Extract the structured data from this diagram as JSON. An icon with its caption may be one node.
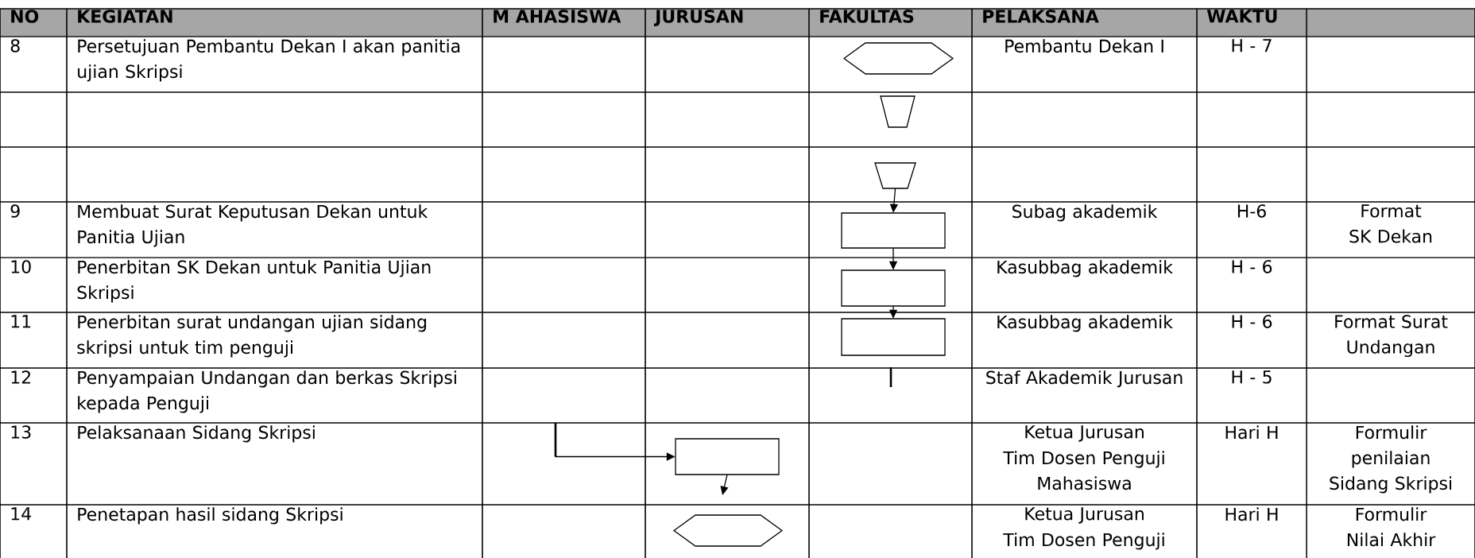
{
  "diagram": {
    "nodes": [
      {
        "text": [],
        "shape": "hexagon"
      },
      {
        "text": [],
        "shape": "trapezoid"
      },
      {
        "text": [],
        "shape": "trapezoid"
      },
      {
        "text": [],
        "shape": "box"
      },
      {
        "text": [],
        "shape": "box"
      },
      {
        "text": [],
        "shape": "box"
      },
      {
        "text": [],
        "shape": "box"
      },
      {
        "text": [],
        "shape": "hexagon"
      }
    ],
    "edges": [
      {
        "from": 2,
        "to": 3,
        "arrow": "to"
      },
      {
        "from": 3,
        "to": 4,
        "arrow": "to"
      },
      {
        "from": 4,
        "to": 5,
        "arrow": "to"
      },
      {
        "from": null,
        "to": 6,
        "arrow": "to"
      },
      {
        "from": 6,
        "to": null,
        "arrow": "to"
      }
    ],
    "labels": [
      "NO",
      "KEGIATAN",
      "M AHASISWA",
      "JURUSAN",
      "FAKULTAS",
      "PELAKSANA",
      "WAKTU",
      "8",
      "Persetujuan Pembantu Dekan I akan panitia ujian Skripsi",
      "Pembantu Dekan I",
      "H - 7",
      "9",
      "Membuat Surat Keputusan Dekan untuk Panitia Ujian",
      "Subag akademik",
      "H-6",
      "Format SK Dekan",
      "10",
      "Penerbitan SK Dekan untuk Panitia Ujian Skripsi",
      "Kasubbag akademik",
      "H - 6",
      "11",
      "Penerbitan surat undangan ujian sidang skripsi untuk tim penguji",
      "Kasubbag akademik",
      "H - 6",
      "Format Surat Undangan",
      "12",
      "Penyampaian Undangan dan berkas Skripsi kepada Penguji",
      "Staf Akademik Jurusan",
      "H - 5",
      "13",
      "Pelaksanaan Sidang Skripsi",
      "Ketua Jurusan",
      "Tim Dosen Penguji Mahasiswa",
      "Hari H",
      "Formulir penilaian Sidang Skripsi",
      "14",
      "Penetapan hasil sidang Skripsi",
      "Ketua Jurusan",
      "Tim Dosen Penguji",
      "Hari H",
      "Formulir Nilai Akhir"
    ]
  }
}
